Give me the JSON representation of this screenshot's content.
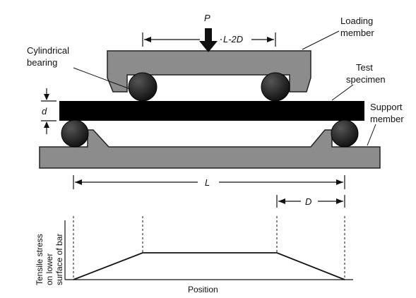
{
  "labels": {
    "force": "P",
    "span_inner": "L-2D",
    "span_outer": "L",
    "offset": "D",
    "thickness": "d",
    "loading_member": [
      "Loading",
      "member"
    ],
    "cylindrical_bearing": [
      "Cylindrical",
      "bearing"
    ],
    "test_specimen": [
      "Test",
      "specimen"
    ],
    "support_member": [
      "Support",
      "member"
    ]
  },
  "graph": {
    "ylabel": [
      "Tensile stress",
      "on lower",
      "surface of bar"
    ],
    "xlabel": "Position"
  },
  "colors": {
    "member_fill": "#8c8c8c",
    "specimen": "#000000",
    "bearing": "#1a1a1a"
  }
}
